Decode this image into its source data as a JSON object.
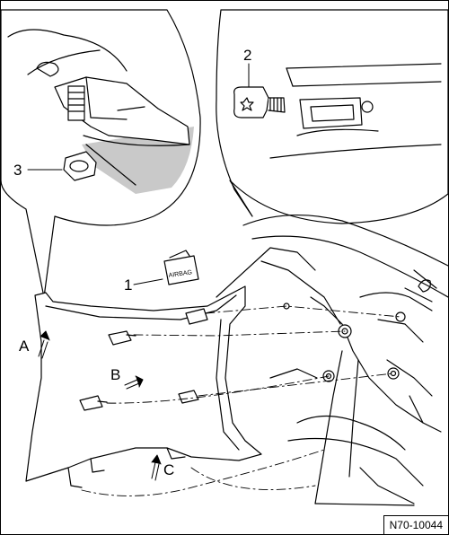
{
  "figure": {
    "reference": "N70-10044",
    "callouts": [
      {
        "id": "1",
        "label": "1"
      },
      {
        "id": "2",
        "label": "2"
      },
      {
        "id": "3",
        "label": "3"
      }
    ],
    "directions": [
      {
        "id": "A",
        "label": "A"
      },
      {
        "id": "B",
        "label": "B"
      },
      {
        "id": "C",
        "label": "C"
      }
    ],
    "airbag_tag_text": "AIRBAG"
  }
}
